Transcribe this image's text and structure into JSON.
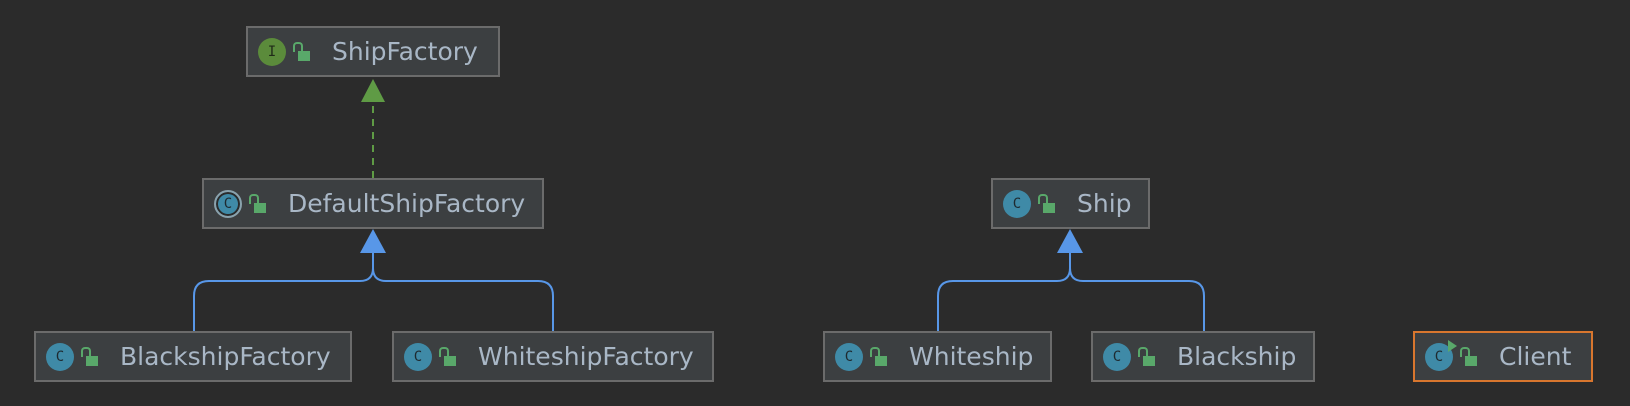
{
  "diagram": {
    "nodes": [
      {
        "id": "shipfactory",
        "name": "ShipFactory",
        "kind": "interface",
        "kind_letter": "I"
      },
      {
        "id": "defaultshipfactory",
        "name": "DefaultShipFactory",
        "kind": "abstract",
        "kind_letter": "C"
      },
      {
        "id": "blackshipfactory",
        "name": "BlackshipFactory",
        "kind": "class",
        "kind_letter": "C"
      },
      {
        "id": "whiteshipfactory",
        "name": "WhiteshipFactory",
        "kind": "class",
        "kind_letter": "C"
      },
      {
        "id": "ship",
        "name": "Ship",
        "kind": "class",
        "kind_letter": "C"
      },
      {
        "id": "whiteship",
        "name": "Whiteship",
        "kind": "class",
        "kind_letter": "C"
      },
      {
        "id": "blackship",
        "name": "Blackship",
        "kind": "class",
        "kind_letter": "C"
      },
      {
        "id": "client",
        "name": "Client",
        "kind": "runnable-class",
        "kind_letter": "C",
        "selected": true
      }
    ],
    "edges": [
      {
        "from": "defaultshipfactory",
        "to": "shipfactory",
        "type": "implements"
      },
      {
        "from": "blackshipfactory",
        "to": "defaultshipfactory",
        "type": "extends"
      },
      {
        "from": "whiteshipfactory",
        "to": "defaultshipfactory",
        "type": "extends"
      },
      {
        "from": "whiteship",
        "to": "ship",
        "type": "extends"
      },
      {
        "from": "blackship",
        "to": "ship",
        "type": "extends"
      }
    ],
    "colors": {
      "background": "#2b2b2b",
      "node_fill": "#3c3f41",
      "node_border": "#6b6b6b",
      "selected_border": "#d8762e",
      "extends_edge": "#5897e8",
      "implements_edge": "#5f9b45",
      "class_icon": "#3f8aa7",
      "interface_icon": "#5b8b3b",
      "visibility_icon": "#59a86a",
      "text": "#a9b7c6"
    },
    "icons": {
      "visibility": "public-lock-icon",
      "class": "class-icon",
      "interface": "interface-icon"
    }
  }
}
